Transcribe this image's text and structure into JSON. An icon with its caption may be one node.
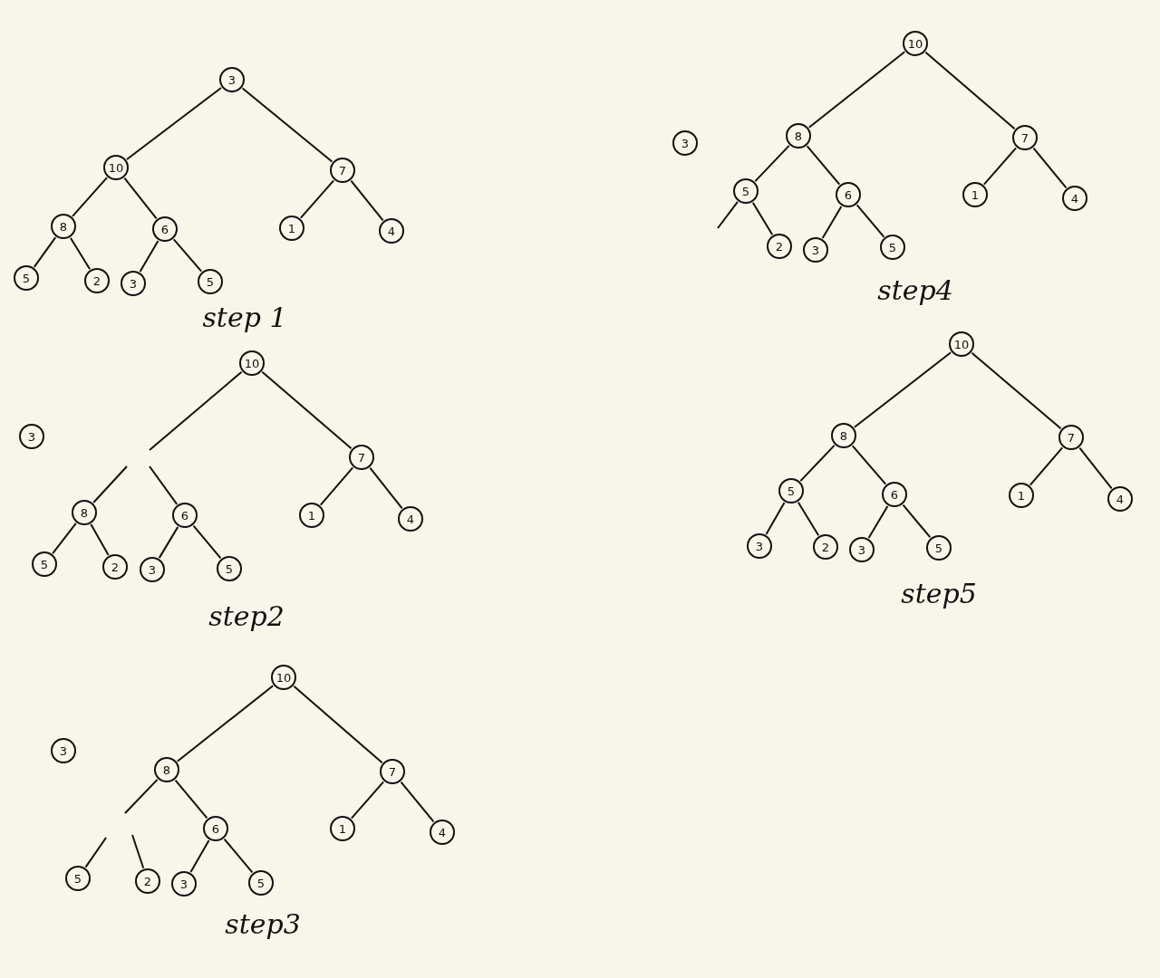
{
  "diagram": {
    "nodes": [
      {
        "text": [
          "3"
        ]
      },
      {
        "text": [
          "10"
        ]
      },
      {
        "text": [
          "7"
        ]
      },
      {
        "text": [
          "8"
        ]
      },
      {
        "text": [
          "6"
        ]
      },
      {
        "text": [
          "1"
        ]
      },
      {
        "text": [
          "4"
        ]
      },
      {
        "text": [
          "5"
        ]
      },
      {
        "text": [
          "2"
        ]
      },
      {
        "text": [
          "3"
        ]
      },
      {
        "text": [
          "5"
        ]
      },
      {
        "text": [
          "3"
        ]
      },
      {
        "text": [
          "10"
        ]
      },
      {
        "text": [
          "7"
        ]
      },
      {
        "text": [
          "8"
        ]
      },
      {
        "text": [
          "6"
        ]
      },
      {
        "text": [
          "1"
        ]
      },
      {
        "text": [
          "4"
        ]
      },
      {
        "text": [
          "5"
        ]
      },
      {
        "text": [
          "2"
        ]
      },
      {
        "text": [
          "3"
        ]
      },
      {
        "text": [
          "5"
        ]
      },
      {
        "text": [
          "3"
        ]
      },
      {
        "text": [
          "10"
        ]
      },
      {
        "text": [
          "8"
        ]
      },
      {
        "text": [
          "7"
        ]
      },
      {
        "text": [
          "6"
        ]
      },
      {
        "text": [
          "1"
        ]
      },
      {
        "text": [
          "4"
        ]
      },
      {
        "text": [
          "5"
        ]
      },
      {
        "text": [
          "2"
        ]
      },
      {
        "text": [
          "3"
        ]
      },
      {
        "text": [
          "5"
        ]
      },
      {
        "text": [
          "3"
        ]
      },
      {
        "text": [
          "10"
        ]
      },
      {
        "text": [
          "8"
        ]
      },
      {
        "text": [
          "7"
        ]
      },
      {
        "text": [
          "5"
        ]
      },
      {
        "text": [
          "6"
        ]
      },
      {
        "text": [
          "1"
        ]
      },
      {
        "text": [
          "4"
        ]
      },
      {
        "text": [
          "2"
        ]
      },
      {
        "text": [
          "3"
        ]
      },
      {
        "text": [
          "5"
        ]
      },
      {
        "text": [
          "10"
        ]
      },
      {
        "text": [
          "8"
        ]
      },
      {
        "text": [
          "7"
        ]
      },
      {
        "text": [
          "5"
        ]
      },
      {
        "text": [
          "6"
        ]
      },
      {
        "text": [
          "1"
        ]
      },
      {
        "text": [
          "4"
        ]
      },
      {
        "text": [
          "3"
        ]
      },
      {
        "text": [
          "2"
        ]
      },
      {
        "text": [
          "3"
        ]
      },
      {
        "text": [
          "5"
        ]
      }
    ],
    "edges": [
      {
        "from": 0,
        "to": 1,
        "arrow": "none"
      },
      {
        "from": 0,
        "to": 2,
        "arrow": "none"
      },
      {
        "from": 1,
        "to": 3,
        "arrow": "none"
      },
      {
        "from": 1,
        "to": 4,
        "arrow": "none"
      },
      {
        "from": 2,
        "to": 5,
        "arrow": "none"
      },
      {
        "from": 2,
        "to": 6,
        "arrow": "none"
      },
      {
        "from": 3,
        "to": 7,
        "arrow": "none"
      },
      {
        "from": 3,
        "to": 8,
        "arrow": "none"
      },
      {
        "from": 4,
        "to": 9,
        "arrow": "none"
      },
      {
        "from": 4,
        "to": 10,
        "arrow": "none"
      },
      {
        "from": 12,
        "to": null,
        "arrow": "none"
      },
      {
        "from": 12,
        "to": 13,
        "arrow": "none"
      },
      {
        "from": 14,
        "to": null,
        "arrow": "none"
      },
      {
        "from": 15,
        "to": null,
        "arrow": "none"
      },
      {
        "from": 13,
        "to": 16,
        "arrow": "none"
      },
      {
        "from": 13,
        "to": 17,
        "arrow": "none"
      },
      {
        "from": 14,
        "to": 18,
        "arrow": "none"
      },
      {
        "from": 14,
        "to": 19,
        "arrow": "none"
      },
      {
        "from": 15,
        "to": 20,
        "arrow": "none"
      },
      {
        "from": 15,
        "to": 21,
        "arrow": "none"
      },
      {
        "from": 23,
        "to": 24,
        "arrow": "none"
      },
      {
        "from": 23,
        "to": 25,
        "arrow": "none"
      },
      {
        "from": 24,
        "to": null,
        "arrow": "none"
      },
      {
        "from": 24,
        "to": 26,
        "arrow": "none"
      },
      {
        "from": 25,
        "to": 27,
        "arrow": "none"
      },
      {
        "from": 25,
        "to": 28,
        "arrow": "none"
      },
      {
        "from": 29,
        "to": null,
        "arrow": "none"
      },
      {
        "from": 30,
        "to": null,
        "arrow": "none"
      },
      {
        "from": 26,
        "to": 31,
        "arrow": "none"
      },
      {
        "from": 26,
        "to": 32,
        "arrow": "none"
      },
      {
        "from": 34,
        "to": 35,
        "arrow": "none"
      },
      {
        "from": 34,
        "to": 36,
        "arrow": "none"
      },
      {
        "from": 35,
        "to": 37,
        "arrow": "none"
      },
      {
        "from": 35,
        "to": 38,
        "arrow": "none"
      },
      {
        "from": 36,
        "to": 39,
        "arrow": "none"
      },
      {
        "from": 36,
        "to": 40,
        "arrow": "none"
      },
      {
        "from": 37,
        "to": null,
        "arrow": "none"
      },
      {
        "from": 37,
        "to": 41,
        "arrow": "none"
      },
      {
        "from": 38,
        "to": 42,
        "arrow": "none"
      },
      {
        "from": 38,
        "to": 43,
        "arrow": "none"
      },
      {
        "from": 44,
        "to": 45,
        "arrow": "none"
      },
      {
        "from": 44,
        "to": 46,
        "arrow": "none"
      },
      {
        "from": 45,
        "to": 47,
        "arrow": "none"
      },
      {
        "from": 45,
        "to": 48,
        "arrow": "none"
      },
      {
        "from": 46,
        "to": 49,
        "arrow": "none"
      },
      {
        "from": 46,
        "to": 50,
        "arrow": "none"
      },
      {
        "from": 47,
        "to": 51,
        "arrow": "none"
      },
      {
        "from": 47,
        "to": 52,
        "arrow": "none"
      },
      {
        "from": 48,
        "to": 53,
        "arrow": "none"
      },
      {
        "from": 48,
        "to": 54,
        "arrow": "none"
      }
    ],
    "labels": [
      "step 1",
      "step2",
      "step3",
      "step4",
      "step5"
    ]
  }
}
